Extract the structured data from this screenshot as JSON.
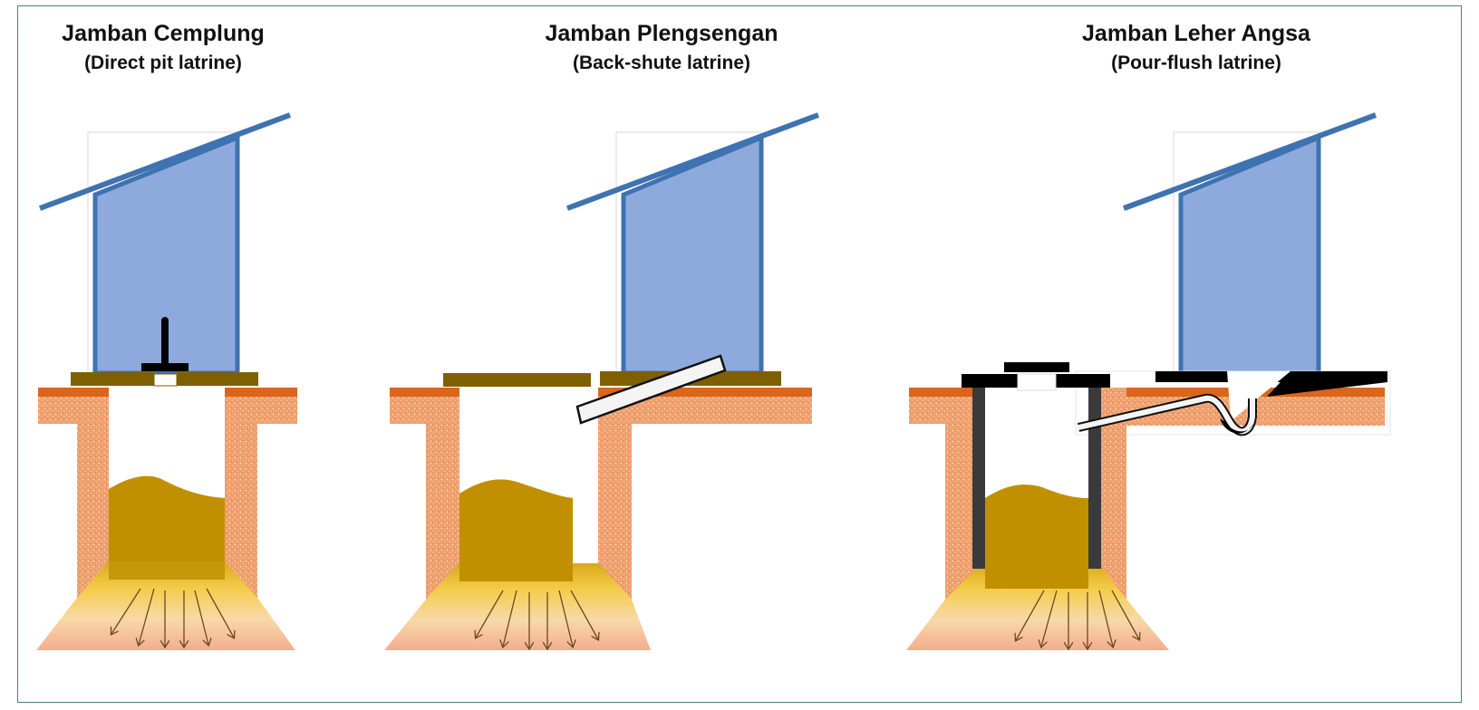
{
  "colors": {
    "frame_border": "#4f7f7c",
    "house_fill": "#8eaadc",
    "house_stroke": "#3f72b0",
    "slab": "#7f6000",
    "ground_top": "#d9661a",
    "soil": "#f0a878",
    "sludge": "#c09000",
    "pipe_black": "#000000",
    "pit_lining": "#3a3a3a",
    "infiltration_top": "#f2c53a",
    "infiltration_bottom": "#f4b59a"
  },
  "panels": [
    {
      "id": "direct-pit",
      "title": "Jamban Cemplung",
      "subtitle": "(Direct pit latrine)"
    },
    {
      "id": "back-shute",
      "title": "Jamban Plengsengan",
      "subtitle": "(Back-shute latrine)"
    },
    {
      "id": "pour-flush",
      "title": "Jamban Leher Angsa",
      "subtitle": "(Pour-flush latrine)"
    }
  ]
}
